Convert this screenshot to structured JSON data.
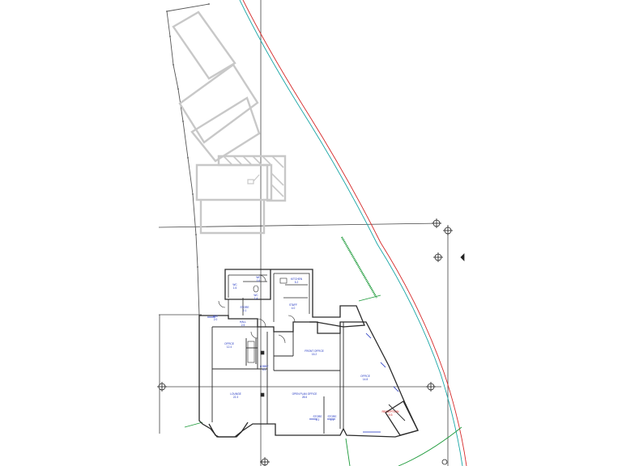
{
  "view": {
    "kind": "CAD floor plan drawing",
    "background": "#ffffff"
  },
  "colors": {
    "wall": "#2a2a2a",
    "site_outline": "#555555",
    "parking": "#c8c8c8",
    "gridline": "#444444",
    "boundary_red": "#d62a2a",
    "boundary_teal": "#1aa6a6",
    "green_line": "#1d9a3a",
    "room_label": "#1a2fbf",
    "highlight_label": "#cc1111"
  },
  "rooms": [
    {
      "id": "r1",
      "label": "WC",
      "sub": "1.6"
    },
    {
      "id": "r2",
      "label": "WC",
      "sub": "1.6"
    },
    {
      "id": "r3",
      "label": "STORE",
      "sub": "2.1"
    },
    {
      "id": "r4",
      "label": "WC",
      "sub": "1.4"
    },
    {
      "id": "r5",
      "label": "KITCHEN",
      "sub": "5.2"
    },
    {
      "id": "r6",
      "label": "STAFF",
      "sub": "4.0"
    },
    {
      "id": "r7",
      "label": "HALL",
      "sub": "2.5"
    },
    {
      "id": "r8",
      "label": "OFFICE",
      "sub": "12.4"
    },
    {
      "id": "r9",
      "label": "FRONT OFFICE",
      "sub": "15.2"
    },
    {
      "id": "r10",
      "label": "OFFICE",
      "sub": "14.8"
    },
    {
      "id": "r11",
      "label": "LOUNGE",
      "sub": "22.3"
    },
    {
      "id": "r12",
      "label": "OPEN PLAN OFFICE",
      "sub": "28.6"
    },
    {
      "id": "r13",
      "label": "STORE",
      "sub": "1.2"
    },
    {
      "id": "r14",
      "label": "STORE",
      "sub": "1.1"
    },
    {
      "id": "r15",
      "label": "RECEPTION",
      "sub": "9.5"
    },
    {
      "id": "r16",
      "label": "W/C",
      "sub": "2.0"
    },
    {
      "id": "r17",
      "label": "LOBBY",
      "sub": "3.1"
    }
  ]
}
